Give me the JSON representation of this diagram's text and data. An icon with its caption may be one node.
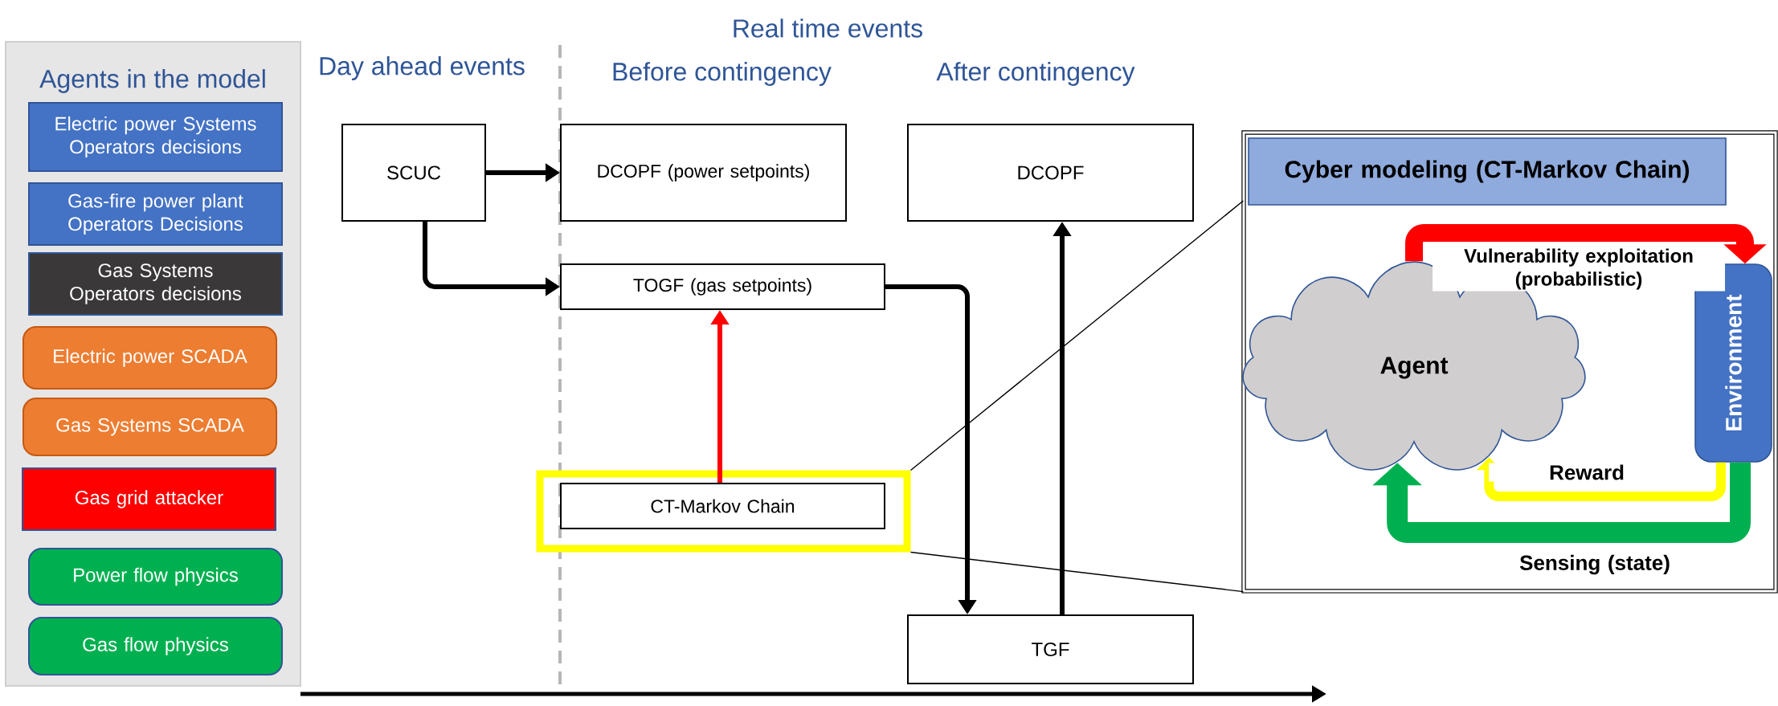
{
  "diagram": {
    "nodes": [
      {
        "text": [
          "Agents in the model"
        ]
      },
      {
        "text": [
          "Electric power Systems Operators decisions"
        ],
        "in": 0
      },
      {
        "text": [
          "Gas-fire power plant Operators Decisions"
        ],
        "in": 0
      },
      {
        "text": [
          "Gas Systems Operators decisions"
        ],
        "in": 0
      },
      {
        "text": [
          "Electric power SCADA"
        ],
        "in": 0
      },
      {
        "text": [
          "Gas Systems SCADA"
        ],
        "in": 0
      },
      {
        "text": [
          "Gas grid attacker"
        ],
        "in": 0
      },
      {
        "text": [
          "Power flow physics"
        ],
        "in": 0
      },
      {
        "text": [
          "Gas flow physics"
        ],
        "in": 0
      },
      {
        "text": [
          "SCUC"
        ]
      },
      {
        "text": [
          "DCOPF (power setpoints)"
        ]
      },
      {
        "text": [
          "DCOPF"
        ]
      },
      {
        "text": [
          "TOGF (gas setpoints)"
        ]
      },
      {
        "text": [],
        "shape": "box"
      },
      {
        "text": [
          "CT-Markov Chain"
        ],
        "in": 13
      },
      {
        "text": [
          "TGF"
        ]
      },
      {
        "text": [],
        "shape": "box"
      },
      {
        "text": [
          "Cyber modeling (CT-Markov Chain)"
        ],
        "in": 16
      },
      {
        "text": [
          "Agent"
        ],
        "in": 16
      },
      {
        "text": [
          "Environment"
        ],
        "in": 16
      }
    ],
    "edges": [
      {
        "from": 9,
        "to": 10,
        "arrow": "to"
      },
      {
        "from": 9,
        "to": 12,
        "arrow": "to"
      },
      {
        "from": 12,
        "to": 15,
        "arrow": "to"
      },
      {
        "from": 15,
        "to": 11,
        "arrow": "to"
      },
      {
        "from": 14,
        "to": 12,
        "arrow": "to",
        "color": "#ff0000"
      },
      {
        "from": 13,
        "to": 16,
        "arrow": "none"
      },
      {
        "from": 13,
        "to": 16,
        "arrow": "none"
      },
      {
        "from": 18,
        "to": 19,
        "arrow": "to",
        "label": "Vulnerability exploitation (probabilistic)",
        "style": "thick",
        "color": "#ff0000"
      },
      {
        "from": 19,
        "to": 18,
        "arrow": "to",
        "label": "Reward",
        "style": "thick",
        "color": "#ffff00"
      },
      {
        "from": 19,
        "to": 18,
        "arrow": "to",
        "label": "Sensing (state)",
        "style": "thick",
        "color": "#00b050"
      }
    ],
    "labels": [
      "Real time events",
      "Day ahead events",
      "Before contingency",
      "After contingency"
    ]
  }
}
